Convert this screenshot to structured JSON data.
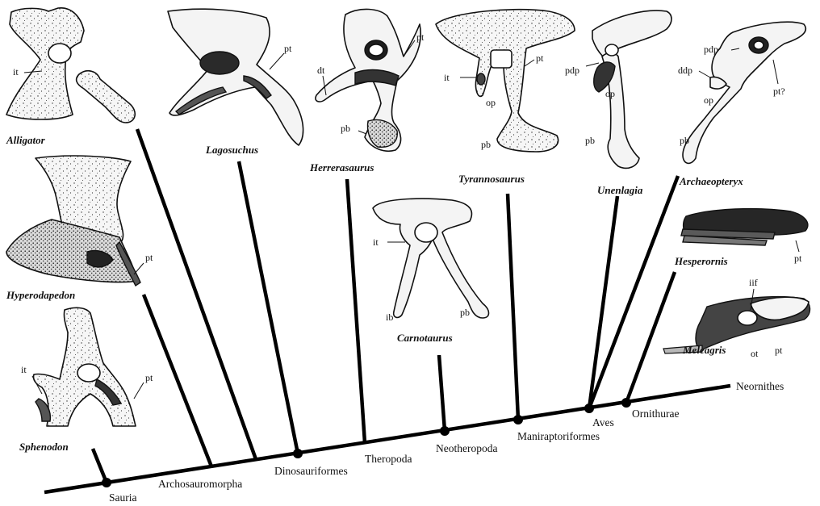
{
  "taxa": {
    "alligator": "Alligator",
    "lagosuchus": "Lagosuchus",
    "herrerasaurus": "Herrerasaurus",
    "tyrannosaurus": "Tyrannosaurus",
    "unenlagia": "Unenlagia",
    "archaeopteryx": "Archaeopteryx",
    "hyperodapedon": "Hyperodapedon",
    "carnotaurus": "Carnotaurus",
    "hesperornis": "Hesperornis",
    "meleagris": "Meleagris",
    "sphenodon": "Sphenodon"
  },
  "clades": {
    "sauria": "Sauria",
    "archosauromorpha": "Archosauromorpha",
    "dinosauriformes": "Dinosauriformes",
    "theropoda": "Theropoda",
    "neotheropoda": "Neotheropoda",
    "maniraptoriformes": "Maniraptoriformes",
    "aves": "Aves",
    "ornithurae": "Ornithurae",
    "neornithes": "Neornithes"
  },
  "labels": {
    "alligator_it": "it",
    "lagosuchus_pt": "pt",
    "herrerasaurus_dt": "dt",
    "herrerasaurus_pt": "pt",
    "herrerasaurus_pb": "pb",
    "tyrannosaurus_it": "it",
    "tyrannosaurus_pt": "pt",
    "tyrannosaurus_op": "op",
    "tyrannosaurus_pb": "pb",
    "unenlagia_pdp": "pdp",
    "unenlagia_op": "op",
    "unenlagia_pb": "pb",
    "archaeopteryx_pdp": "pdp",
    "archaeopteryx_ddp": "ddp",
    "archaeopteryx_op": "op",
    "archaeopteryx_pt": "pt?",
    "archaeopteryx_pb": "pb",
    "hyperodapedon_pt": "pt",
    "carnotaurus_it": "it",
    "carnotaurus_ib": "ib",
    "carnotaurus_pb": "pb",
    "hesperornis_pt": "pt",
    "meleagris_iif": "iif",
    "meleagris_ot": "ot",
    "meleagris_pt": "pt",
    "sphenodon_it": "it",
    "sphenodon_pt": "pt"
  }
}
